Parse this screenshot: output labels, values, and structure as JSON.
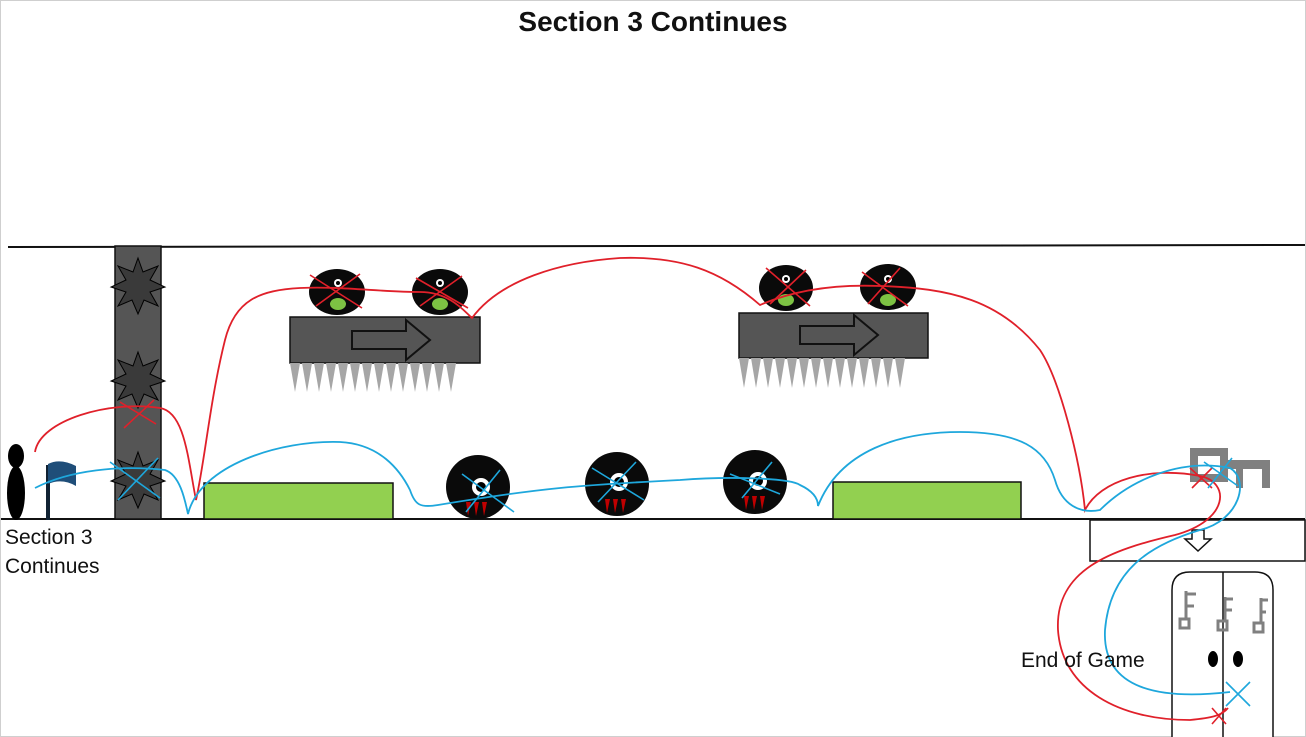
{
  "title": "Section 3 Continues",
  "start_label_line1": "Section 3",
  "start_label_line2": "Continues",
  "end_label": "End of Game",
  "colors": {
    "ground_line": "#111111",
    "pillar": "#555555",
    "moving_platform": "#555555",
    "green_block": "#92d050",
    "enemy_body": "#0a0a0a",
    "enemy_tongue": "#7dc243",
    "enemy_fang": "#c00000",
    "spike": "#a6a6a6",
    "flag": "#1f4e79",
    "key": "#808080",
    "path_red": "#e0202a",
    "path_blue": "#1ea7dc"
  }
}
